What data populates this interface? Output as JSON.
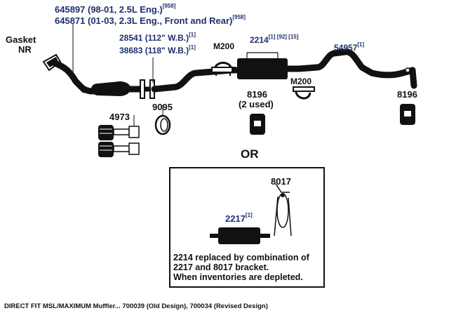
{
  "labels": {
    "part_645897": {
      "text": "645897 (98-01, 2.5L Eng.)",
      "ref": "[958]"
    },
    "part_645871": {
      "text": "645871 (01-03, 2.3L Eng., Front and Rear)",
      "ref": "[958]"
    },
    "gasket_line1": "Gasket",
    "gasket_line2": "NR",
    "part_28541": {
      "text": "28541 (112\" W.B.)",
      "ref": "[1]"
    },
    "part_38683": {
      "text": "38683 (118\" W.B.)",
      "ref": "[1]"
    },
    "m200_top": "M200",
    "part_2214": {
      "text": "2214",
      "ref": "[1] [92] [15]"
    },
    "part_54957": {
      "text": "54957",
      "ref": "[1]"
    },
    "part_8196_center_line1": "8196",
    "part_8196_center_line2": "(2 used)",
    "m200_bottom": "M200",
    "part_8196_right": "8196",
    "part_4973": "4973",
    "part_9095": "9095",
    "or": "OR",
    "part_8017": "8017",
    "part_2217": {
      "text": "2217",
      "ref": "[1]"
    },
    "inset_note": "2214 replaced by combination of\n2217 and 8017 bracket.\nWhen inventories are depleted."
  },
  "caption": "DIRECT FIT MSL/MAXIMUM Muffler... 700039 (Old Design), 700034 (Revised Design)",
  "colors": {
    "label_blue": "#1f2f6e",
    "ink": "#111111"
  }
}
